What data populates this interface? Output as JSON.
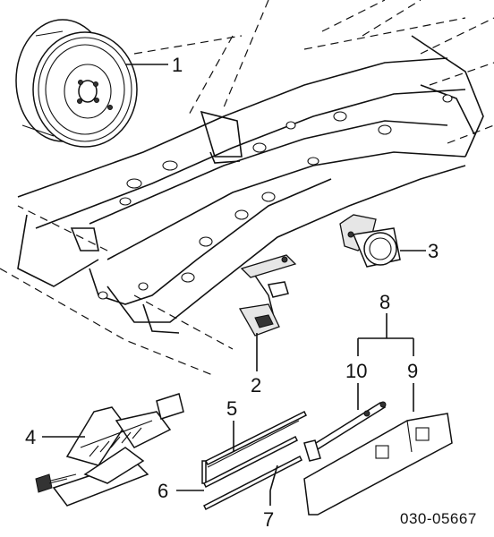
{
  "diagram": {
    "callouts": {
      "spare_wheel": "1",
      "jack_bracket": "2",
      "wheel_chock": "3",
      "jack": "4",
      "jack_handle_rod": "5",
      "rod_bottom": "6",
      "rod_extension": "7",
      "tool_kit": "8",
      "tool_bag": "9",
      "wheel_wrench": "10"
    },
    "part_number": "030-05667"
  }
}
